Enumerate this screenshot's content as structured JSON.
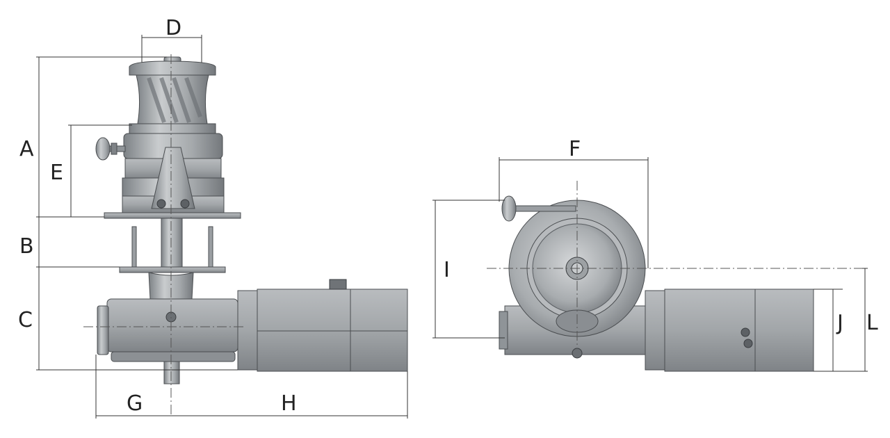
{
  "dimension_labels": {
    "A": "A",
    "B": "B",
    "C": "C",
    "D": "D",
    "E": "E",
    "F": "F",
    "G": "G",
    "H": "H",
    "I": "I",
    "J": "J",
    "L": "L"
  },
  "colors": {
    "background": "#ffffff",
    "metal_dark": "#8f9498",
    "metal_mid": "#a9adb1",
    "metal_light": "#c6c9cc",
    "line": "#333333"
  }
}
